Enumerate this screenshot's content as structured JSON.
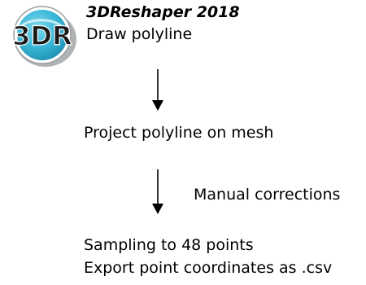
{
  "app": {
    "title": "3DReshaper 2018",
    "logo_icon": "3dreshaper-logo-icon",
    "logo_text": "3DR"
  },
  "steps": [
    {
      "label": "Draw polyline"
    },
    {
      "label": "Project polyline on mesh"
    },
    {
      "label": "Sampling to 48 points"
    },
    {
      "label": "Export point coordinates as .csv"
    }
  ],
  "annotations": {
    "manual_corrections": "Manual corrections"
  },
  "colors": {
    "logo_ring": "#3bb8d8",
    "logo_inner": "#1f8fb3",
    "logo_shadow": "#6e7478",
    "text": "#000000"
  }
}
